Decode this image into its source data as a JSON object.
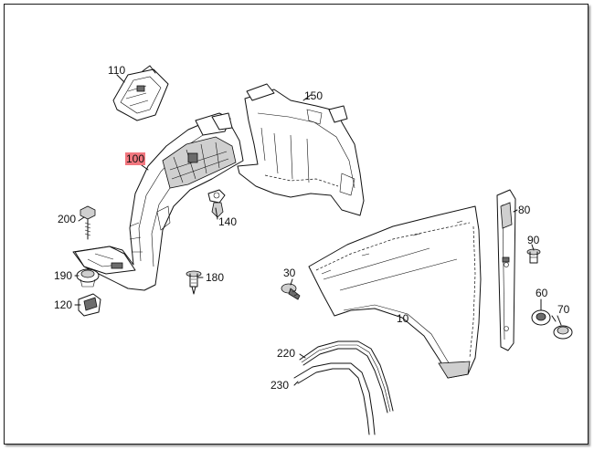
{
  "diagram": {
    "highlight_color": "#f2777f",
    "callouts": [
      {
        "id": "110",
        "label": "110"
      },
      {
        "id": "150",
        "label": "150"
      },
      {
        "id": "100",
        "label": "100",
        "highlighted": true
      },
      {
        "id": "200",
        "label": "200"
      },
      {
        "id": "140",
        "label": "140"
      },
      {
        "id": "80",
        "label": "80"
      },
      {
        "id": "90",
        "label": "90"
      },
      {
        "id": "190",
        "label": "190"
      },
      {
        "id": "180",
        "label": "180"
      },
      {
        "id": "30",
        "label": "30"
      },
      {
        "id": "120",
        "label": "120"
      },
      {
        "id": "60",
        "label": "60"
      },
      {
        "id": "70",
        "label": "70"
      },
      {
        "id": "10",
        "label": "10"
      },
      {
        "id": "220",
        "label": "220"
      },
      {
        "id": "230",
        "label": "230"
      }
    ]
  }
}
